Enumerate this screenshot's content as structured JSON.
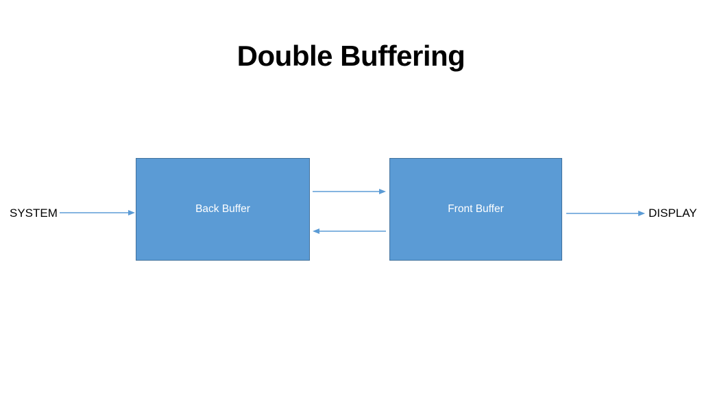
{
  "title": "Double Buffering",
  "diagram": {
    "nodes": {
      "back_buffer": {
        "label": "Back Buffer"
      },
      "front_buffer": {
        "label": "Front Buffer"
      }
    },
    "side_labels": {
      "system": "SYSTEM",
      "display": "DISPLAY"
    },
    "arrows": [
      {
        "name": "system-to-back-buffer",
        "direction": "right"
      },
      {
        "name": "back-to-front-buffer",
        "direction": "right"
      },
      {
        "name": "front-to-back-buffer",
        "direction": "left"
      },
      {
        "name": "front-buffer-to-display",
        "direction": "right"
      }
    ],
    "colors": {
      "node_fill": "#5B9BD5",
      "node_border": "#41719C",
      "node_text": "#FFFFFF",
      "arrow": "#5B9BD5",
      "title_text": "#000000"
    }
  }
}
